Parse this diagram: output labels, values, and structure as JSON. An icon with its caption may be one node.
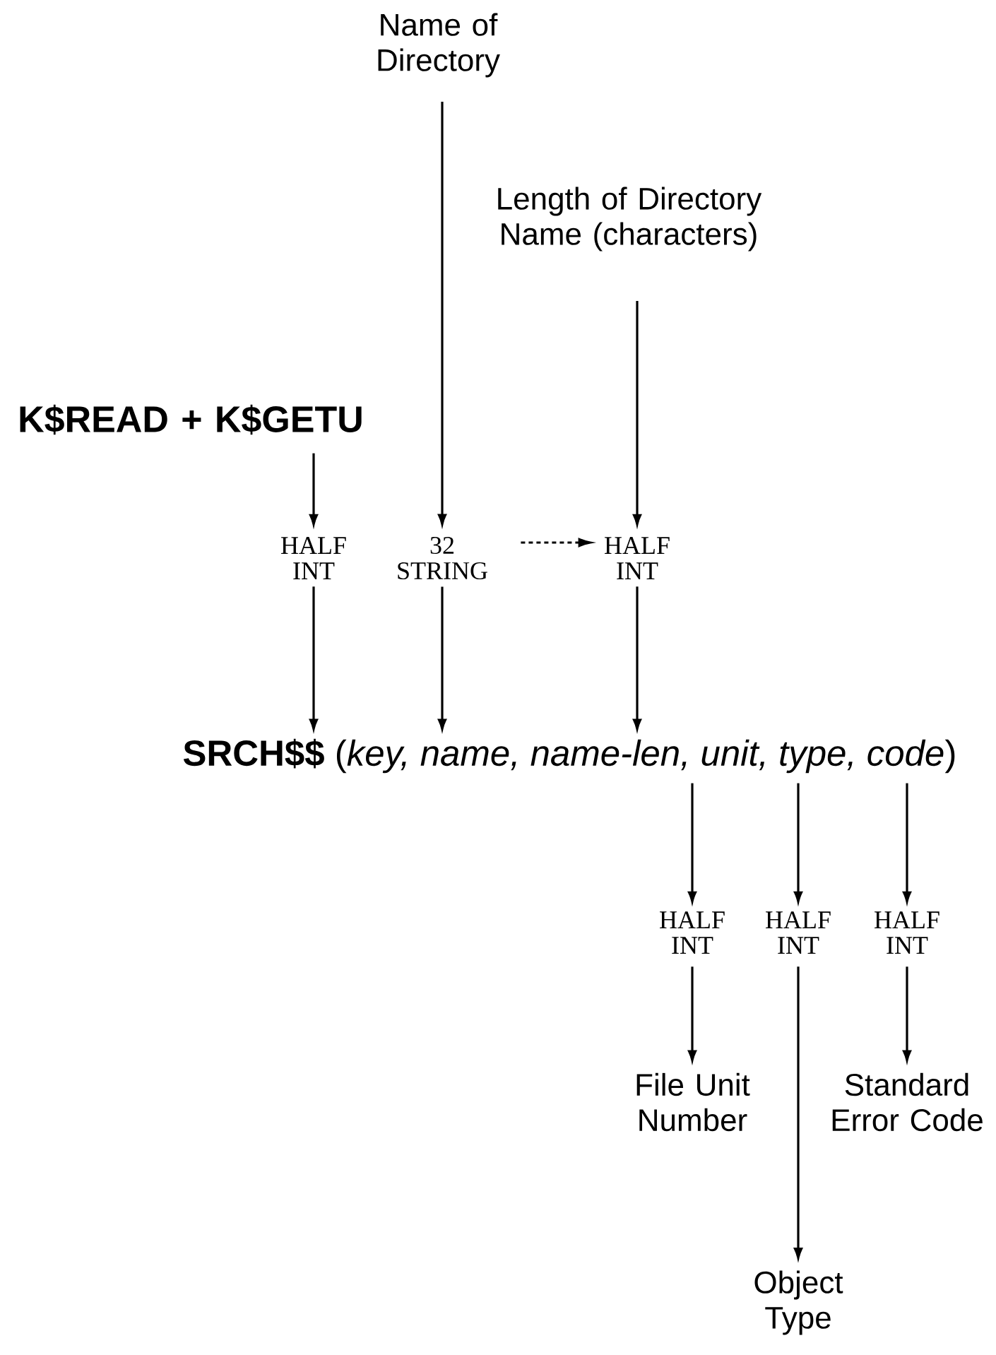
{
  "diagram": {
    "nodes": [
      {
        "text": [
          "Name of Directory"
        ]
      },
      {
        "text": [
          "Length of Directory Name (characters)"
        ]
      },
      {
        "text": [
          "K$READ + K$GETU"
        ]
      },
      {
        "text": [
          "HALF INT"
        ]
      },
      {
        "text": [
          "32 STRING"
        ]
      },
      {
        "text": [
          "HALF INT"
        ]
      },
      {
        "text": [
          "**SRCH$$** (*key, name, name-len, unit, type, code*)"
        ]
      },
      {
        "text": [
          "HALF INT"
        ]
      },
      {
        "text": [
          "HALF INT"
        ]
      },
      {
        "text": [
          "HALF INT"
        ]
      },
      {
        "text": [
          "File Unit Number"
        ]
      },
      {
        "text": [
          "Object Type"
        ]
      },
      {
        "text": [
          "Standard Error Code"
        ]
      }
    ],
    "edges": [
      {
        "from": 0,
        "to": 4,
        "arrow": "to"
      },
      {
        "from": 1,
        "to": 5,
        "arrow": "to"
      },
      {
        "from": 2,
        "to": 3,
        "arrow": "to"
      },
      {
        "from": 4,
        "to": 5,
        "arrow": "to",
        "style": "dashed"
      },
      {
        "from": 3,
        "to": 6,
        "arrow": "to"
      },
      {
        "from": 4,
        "to": 6,
        "arrow": "to"
      },
      {
        "from": 5,
        "to": 6,
        "arrow": "to"
      },
      {
        "from": 6,
        "to": 7,
        "arrow": "to"
      },
      {
        "from": 6,
        "to": 8,
        "arrow": "to"
      },
      {
        "from": 6,
        "to": 9,
        "arrow": "to"
      },
      {
        "from": 7,
        "to": 10,
        "arrow": "to"
      },
      {
        "from": 8,
        "to": 11,
        "arrow": "to"
      },
      {
        "from": 9,
        "to": 12,
        "arrow": "to"
      }
    ]
  }
}
